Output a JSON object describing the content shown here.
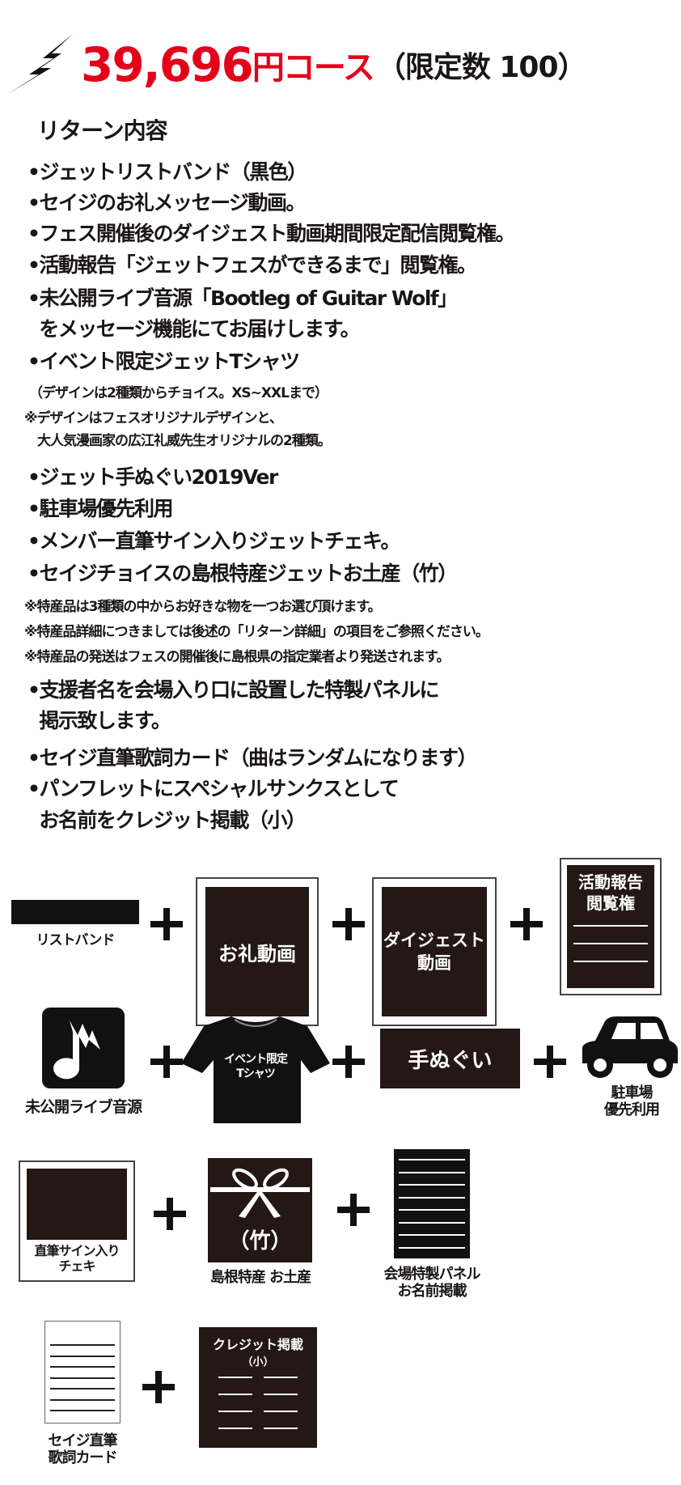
{
  "header": {
    "price": "39,696",
    "yen_course": "円コース",
    "limit": "（限定数 100）"
  },
  "section_title": "リターン内容",
  "items": [
    "•ジェットリストバンド（黒色）",
    "•セイジのお礼メッセージ動画。",
    "•フェス開催後のダイジェスト動画期間限定配信閲覧権。",
    "•活動報告「ジェットフェスができるまで」閲覧権。",
    "•未公開ライブ音源「Bootleg of Guitar Wolf」",
    "  をメッセージ機能にてお届けします。",
    "•イベント限定ジェットTシャツ"
  ],
  "tshirt_notes": [
    "（デザインは2種類からチョイス。XS~XXLまで）",
    "※デザインはフェスオリジナルデザインと、",
    "　大人気漫画家の広江礼威先生オリジナルの2種類。"
  ],
  "items2": [
    "•ジェット手ぬぐい2019Ver",
    "•駐車場優先利用",
    "•メンバー直筆サイン入りジェットチェキ。",
    "•セイジチョイスの島根特産ジェットお土産（竹）"
  ],
  "souvenir_notes": [
    "※特産品は3種類の中からお好きな物を一つお選び頂けます。",
    "※特産品詳細につきましては後述の「リターン詳細」の項目をご参照ください。",
    "※特産品の発送はフェスの開催後に島根県の指定業者より発送されます。"
  ],
  "items3": [
    "•支援者名を会場入り口に設置した特製パネルに",
    "  掲示致します。",
    "•セイジ直筆歌詞カード（曲はランダムになります）",
    "•パンフレットにスペシャルサンクスとして",
    "  お名前をクレジット掲載（小）"
  ],
  "icons": {
    "wristband": "リストバンド",
    "thanks_video": "お礼動画",
    "digest_video": [
      "ダイジェスト",
      "動画"
    ],
    "report": [
      "活動報告",
      "閲覧権"
    ],
    "audio": "未公開ライブ音源",
    "tshirt": [
      "イベント限定",
      "Tシャツ"
    ],
    "tenugui": "手ぬぐい",
    "parking": [
      "駐車場",
      "優先利用"
    ],
    "cheki": [
      "直筆サイン入り",
      "チェキ"
    ],
    "gift_mark": "（竹）",
    "gift": "島根特産 お土産",
    "panel": [
      "会場特製パネル",
      "お名前掲載"
    ],
    "lyrics": [
      "セイジ直筆",
      "歌詞カード"
    ],
    "credit": [
      "クレジット掲載",
      "（小）"
    ]
  },
  "colors": {
    "accent": "#e5001a",
    "dark": "#231815"
  }
}
